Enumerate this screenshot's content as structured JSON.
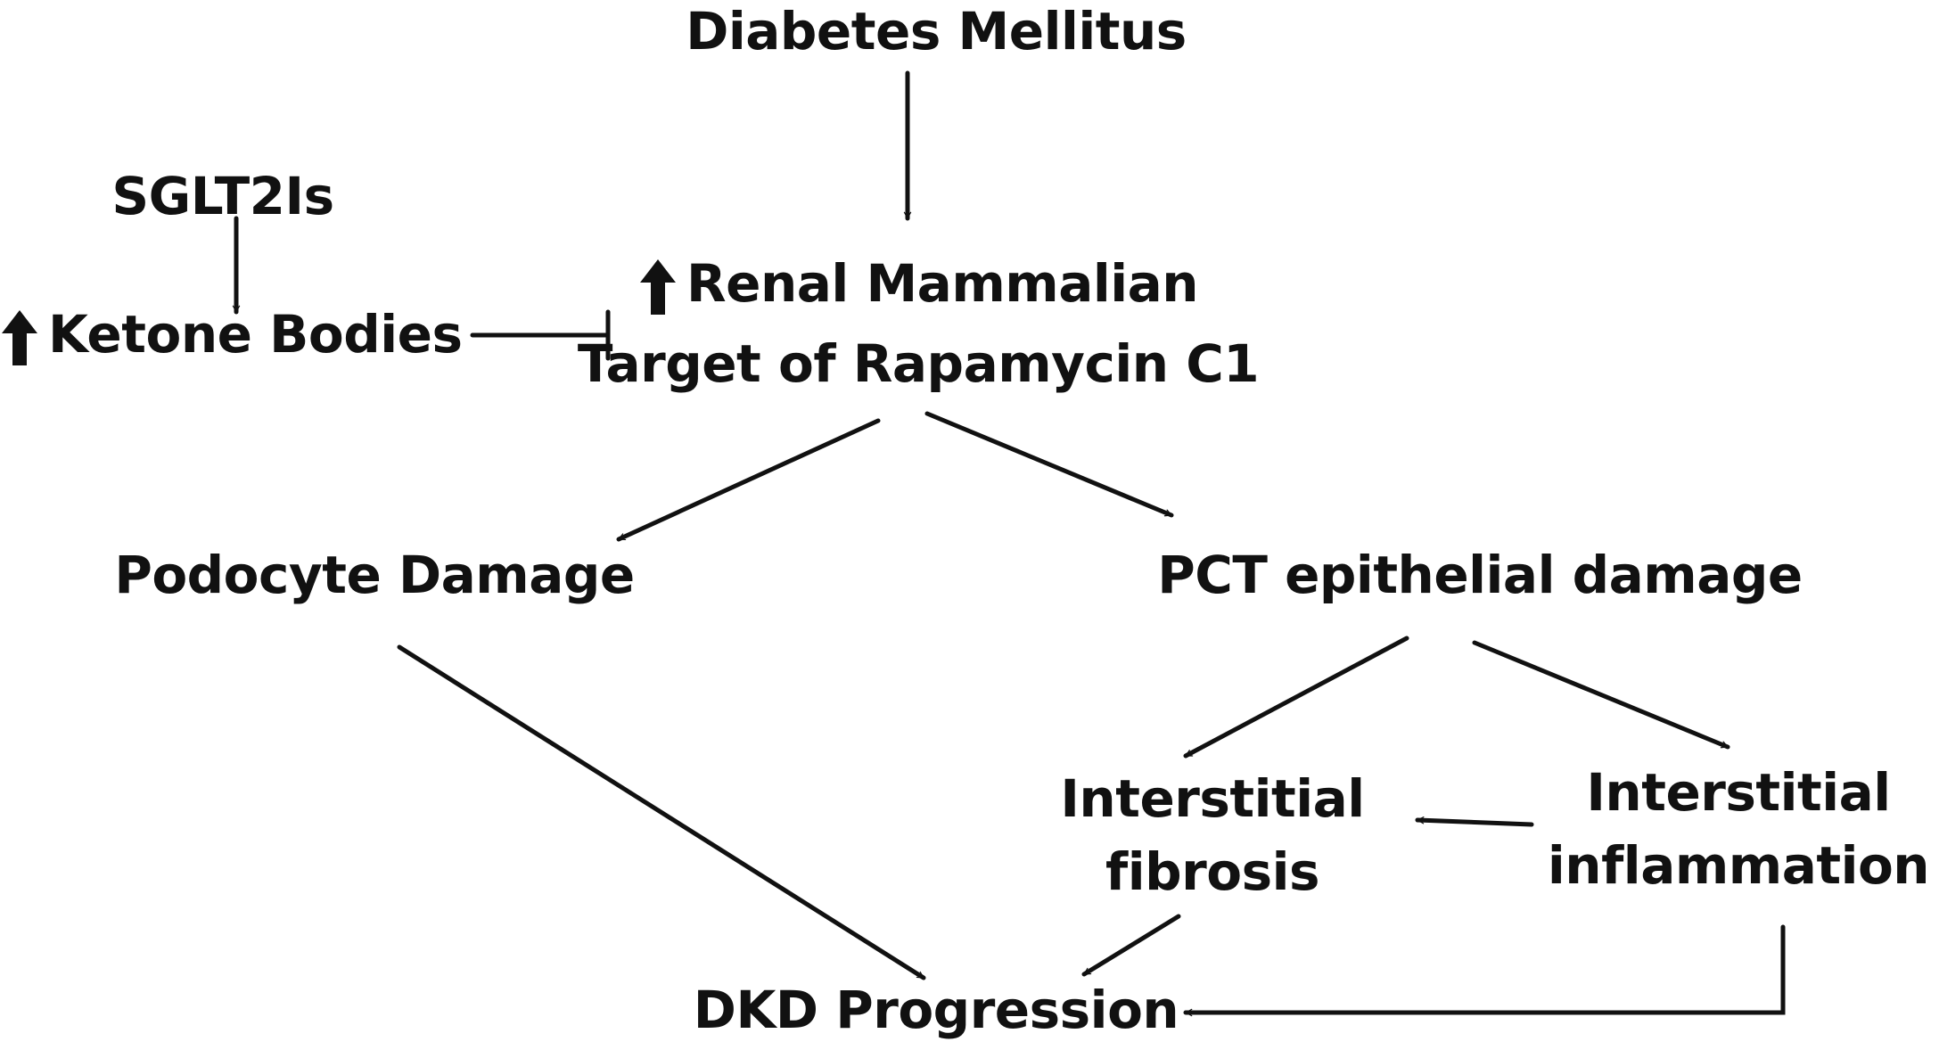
{
  "nodes": {
    "diabetes": "Diabetes Mellitus",
    "sglt2is": "SGLT2Is",
    "ketone": "Ketone Bodies",
    "mtor_line1": "Renal Mammalian",
    "mtor_line2": "Target of Rapamycin C1",
    "podocyte": "Podocyte Damage",
    "pct": "PCT epithelial damage",
    "fibrosis_line1": "Interstitial",
    "fibrosis_line2": "fibrosis",
    "inflammation_line1": "Interstitial",
    "inflammation_line2": "inflammation",
    "dkd": "DKD Progression"
  },
  "edges": [
    {
      "from": "diabetes",
      "to": "mtor",
      "type": "activates"
    },
    {
      "from": "sglt2is",
      "to": "ketone",
      "type": "activates"
    },
    {
      "from": "ketone",
      "to": "mtor",
      "type": "inhibits"
    },
    {
      "from": "mtor",
      "to": "podocyte",
      "type": "activates"
    },
    {
      "from": "mtor",
      "to": "pct",
      "type": "activates"
    },
    {
      "from": "podocyte",
      "to": "dkd",
      "type": "activates"
    },
    {
      "from": "pct",
      "to": "fibrosis",
      "type": "activates"
    },
    {
      "from": "pct",
      "to": "inflammation",
      "type": "activates"
    },
    {
      "from": "inflammation",
      "to": "fibrosis",
      "type": "activates"
    },
    {
      "from": "fibrosis",
      "to": "dkd",
      "type": "activates"
    },
    {
      "from": "inflammation",
      "to": "dkd",
      "type": "activates"
    }
  ],
  "icons": {
    "increase_marker": "up-arrow-icon"
  },
  "colors": {
    "stroke": "#111111",
    "background": "#ffffff"
  }
}
